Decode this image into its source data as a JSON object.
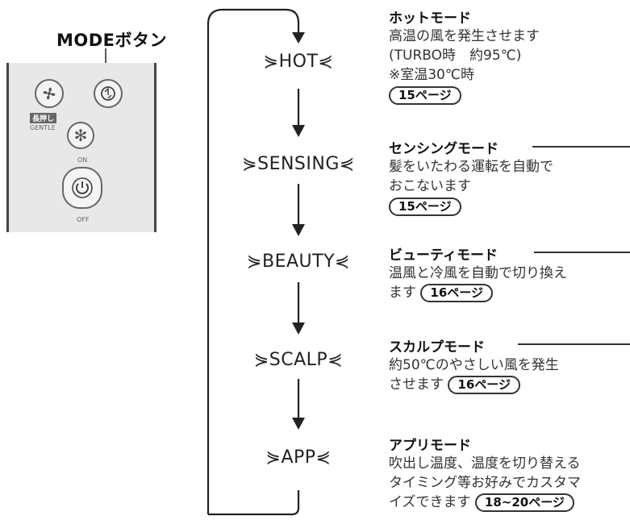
{
  "remote": {
    "mode_button_label": "MODEボタン",
    "tag_label": "長押し",
    "gentle_label": "GENTLE",
    "on_label": "ON",
    "off_label": "OFF"
  },
  "flow": {
    "steps": [
      "HOT",
      "SENSING",
      "BEAUTY",
      "SCALP",
      "APP"
    ]
  },
  "modes": [
    {
      "title": "ホットモード",
      "lines": [
        "高温の風を発生させます",
        "(TURBO時　約95℃)",
        "※室温30℃時"
      ],
      "page": "15ページ"
    },
    {
      "title": "センシングモード",
      "lines": [
        "髪をいたわる運転を自動で",
        "おこないます"
      ],
      "page": "15ページ"
    },
    {
      "title": "ビューティモード",
      "lines": [
        "温風と冷風を自動で切り換え",
        "ます"
      ],
      "page": "16ページ"
    },
    {
      "title": "スカルプモード",
      "lines": [
        "約50℃のやさしい風を発生",
        "させます"
      ],
      "page": "16ページ"
    },
    {
      "title": "アプリモード",
      "lines": [
        "吹出し温度、温度を切り替える",
        "タイミング等お好みでカスタマ",
        "イズできます"
      ],
      "page": "18~20ページ"
    }
  ]
}
